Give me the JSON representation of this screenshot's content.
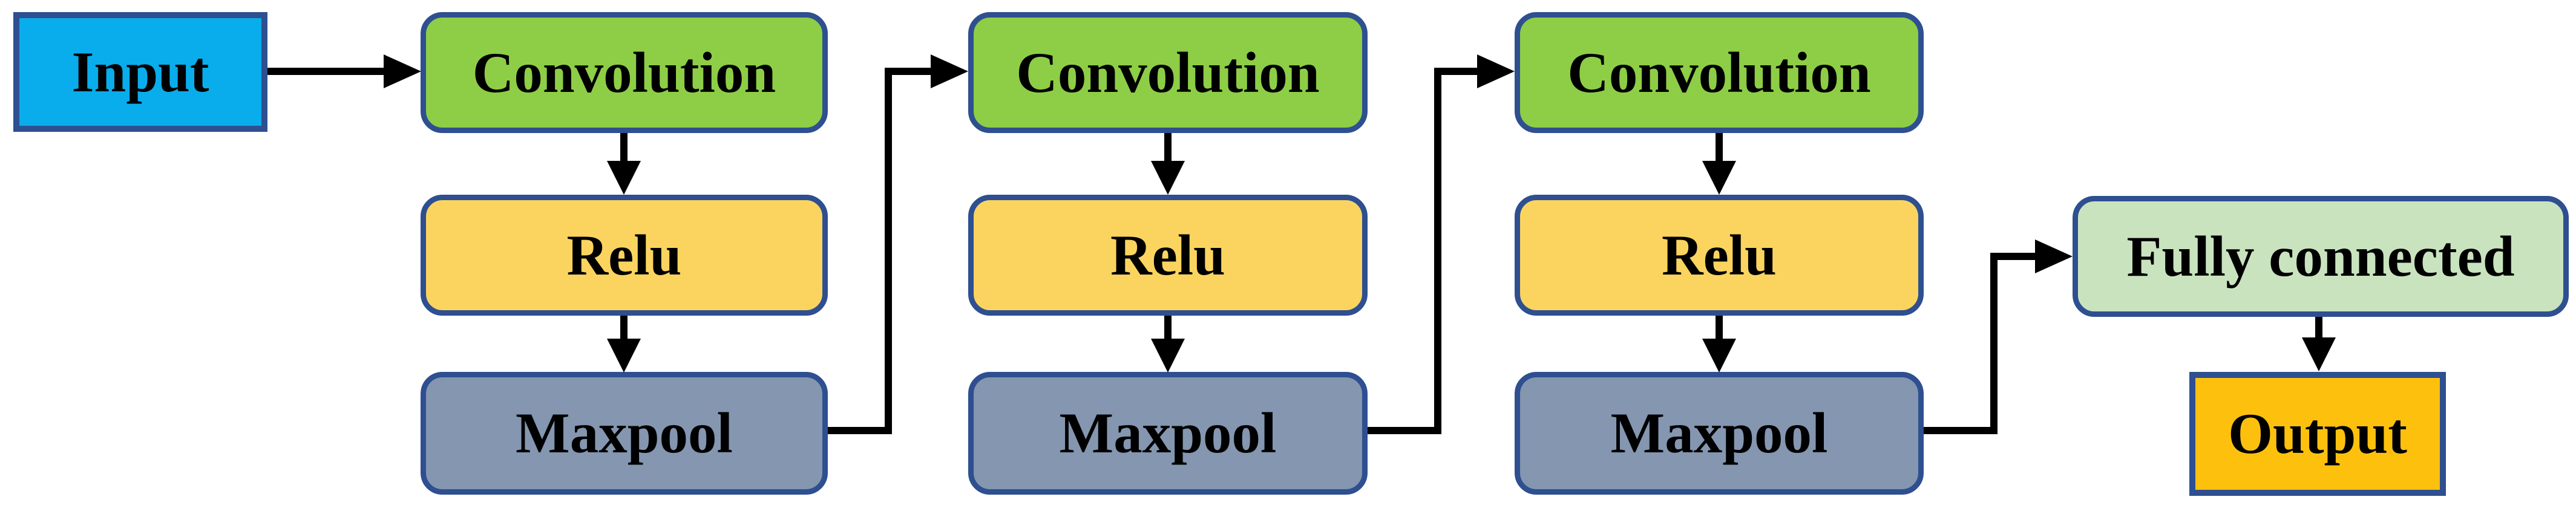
{
  "style": {
    "background": "#ffffff",
    "border_color": "#2e4f90",
    "arrow_color": "#000000",
    "text_color": "#000000"
  },
  "nodes": {
    "input": {
      "label": "Input",
      "fill": "#09adec"
    },
    "conv1": {
      "label": "Convolution",
      "fill": "#8dce46"
    },
    "relu1": {
      "label": "Relu",
      "fill": "#fbd45f"
    },
    "maxpool1": {
      "label": "Maxpool",
      "fill": "#8496b0"
    },
    "conv2": {
      "label": "Convolution",
      "fill": "#8dce46"
    },
    "relu2": {
      "label": "Relu",
      "fill": "#fbd45f"
    },
    "maxpool2": {
      "label": "Maxpool",
      "fill": "#8496b0"
    },
    "conv3": {
      "label": "Convolution",
      "fill": "#8dce46"
    },
    "relu3": {
      "label": "Relu",
      "fill": "#fbd45f"
    },
    "maxpool3": {
      "label": "Maxpool",
      "fill": "#8496b0"
    },
    "fully_connected": {
      "label": "Fully connected",
      "fill": "#c9e3be"
    },
    "output": {
      "label": "Output",
      "fill": "#fdc10d"
    }
  },
  "edges": [
    {
      "from": "input",
      "to": "conv1"
    },
    {
      "from": "conv1",
      "to": "relu1"
    },
    {
      "from": "relu1",
      "to": "maxpool1"
    },
    {
      "from": "maxpool1",
      "to": "conv2"
    },
    {
      "from": "conv2",
      "to": "relu2"
    },
    {
      "from": "relu2",
      "to": "maxpool2"
    },
    {
      "from": "maxpool2",
      "to": "conv3"
    },
    {
      "from": "conv3",
      "to": "relu3"
    },
    {
      "from": "relu3",
      "to": "maxpool3"
    },
    {
      "from": "maxpool3",
      "to": "fully_connected"
    },
    {
      "from": "fully_connected",
      "to": "output"
    }
  ]
}
